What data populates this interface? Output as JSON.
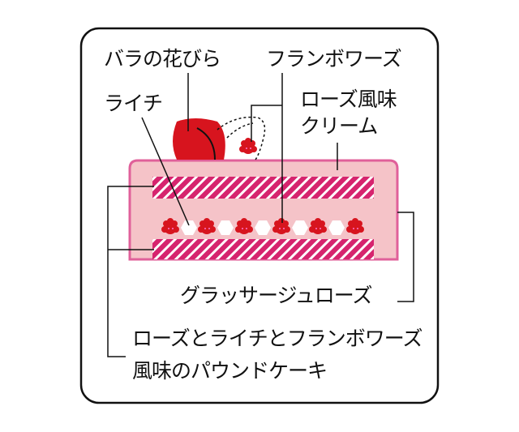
{
  "labels": {
    "rose_petal": "バラの花びら",
    "framboise": "フランボワーズ",
    "lychee": "ライチ",
    "rose_cream_1": "ローズ風味",
    "rose_cream_2": "クリーム",
    "glacage": "グラッサージュローズ",
    "pound_1": "ローズとライチとフランボワーズ",
    "pound_2": "風味のパウンドケーキ"
  },
  "colors": {
    "cream": "#f5c3c8",
    "cream_border": "#e0609a",
    "sponge": "#d6246e",
    "berry": "#d7141e"
  }
}
